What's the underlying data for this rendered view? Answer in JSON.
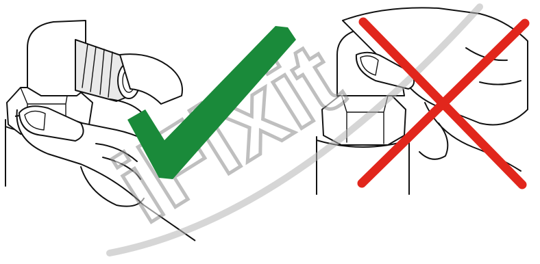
{
  "watermark": {
    "text": "iFixit",
    "color": "#9a9a9a"
  },
  "panels": [
    {
      "id": "correct",
      "verdict": "correct",
      "mark_color": "#1a8a3a"
    },
    {
      "id": "incorrect",
      "verdict": "incorrect",
      "mark_color": "#e1261c"
    }
  ]
}
